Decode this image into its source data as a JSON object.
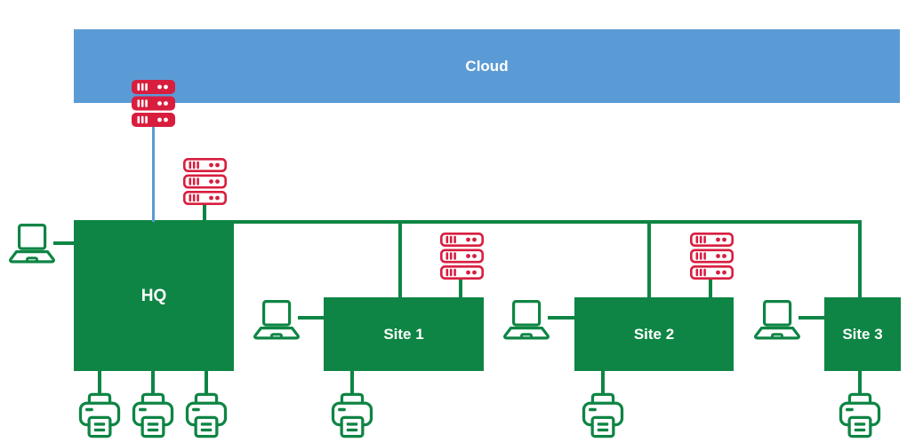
{
  "colors": {
    "cloud_blue": "#5B9BD5",
    "green": "#0E8544",
    "red": "#D81E3F",
    "label_white": "#FFFFFF"
  },
  "cloud": {
    "label": "Cloud"
  },
  "nodes": {
    "hq": {
      "label": "HQ"
    },
    "site1": {
      "label": "Site 1"
    },
    "site2": {
      "label": "Site 2"
    },
    "site3": {
      "label": "Site 3"
    }
  },
  "icons": {
    "server_solid": "server-rack-icon (solid red, 3 units)",
    "server_outline": "server-rack-icon (red outline, 3 units)",
    "laptop": "laptop-icon (green outline)",
    "printer": "printer-icon (green outline)"
  }
}
